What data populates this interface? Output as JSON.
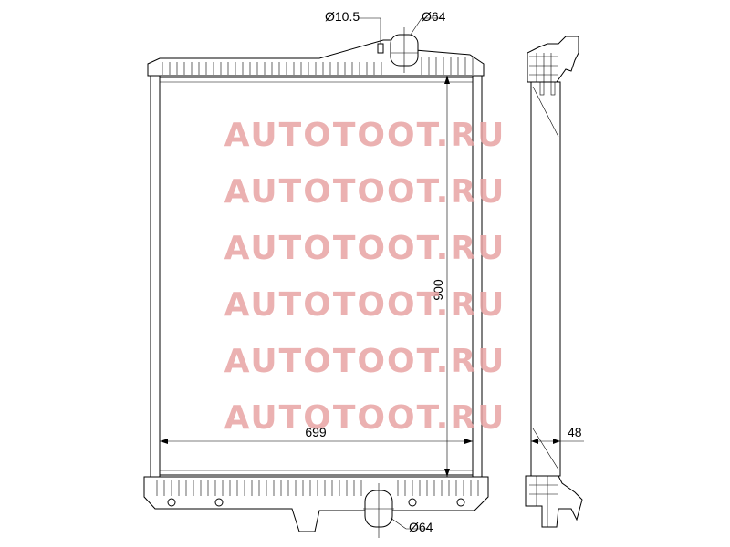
{
  "dimensions": {
    "vent_diameter": "Ø10.5",
    "top_pipe_diameter": "Ø64",
    "bottom_pipe_diameter": "Ø64",
    "height": "900",
    "width": "699",
    "depth": "48"
  },
  "watermark": {
    "text": "AUTOTOOT.RU",
    "color": "#e8a3a3",
    "repeat": 6
  },
  "colors": {
    "line": "#000000",
    "background": "#ffffff"
  }
}
